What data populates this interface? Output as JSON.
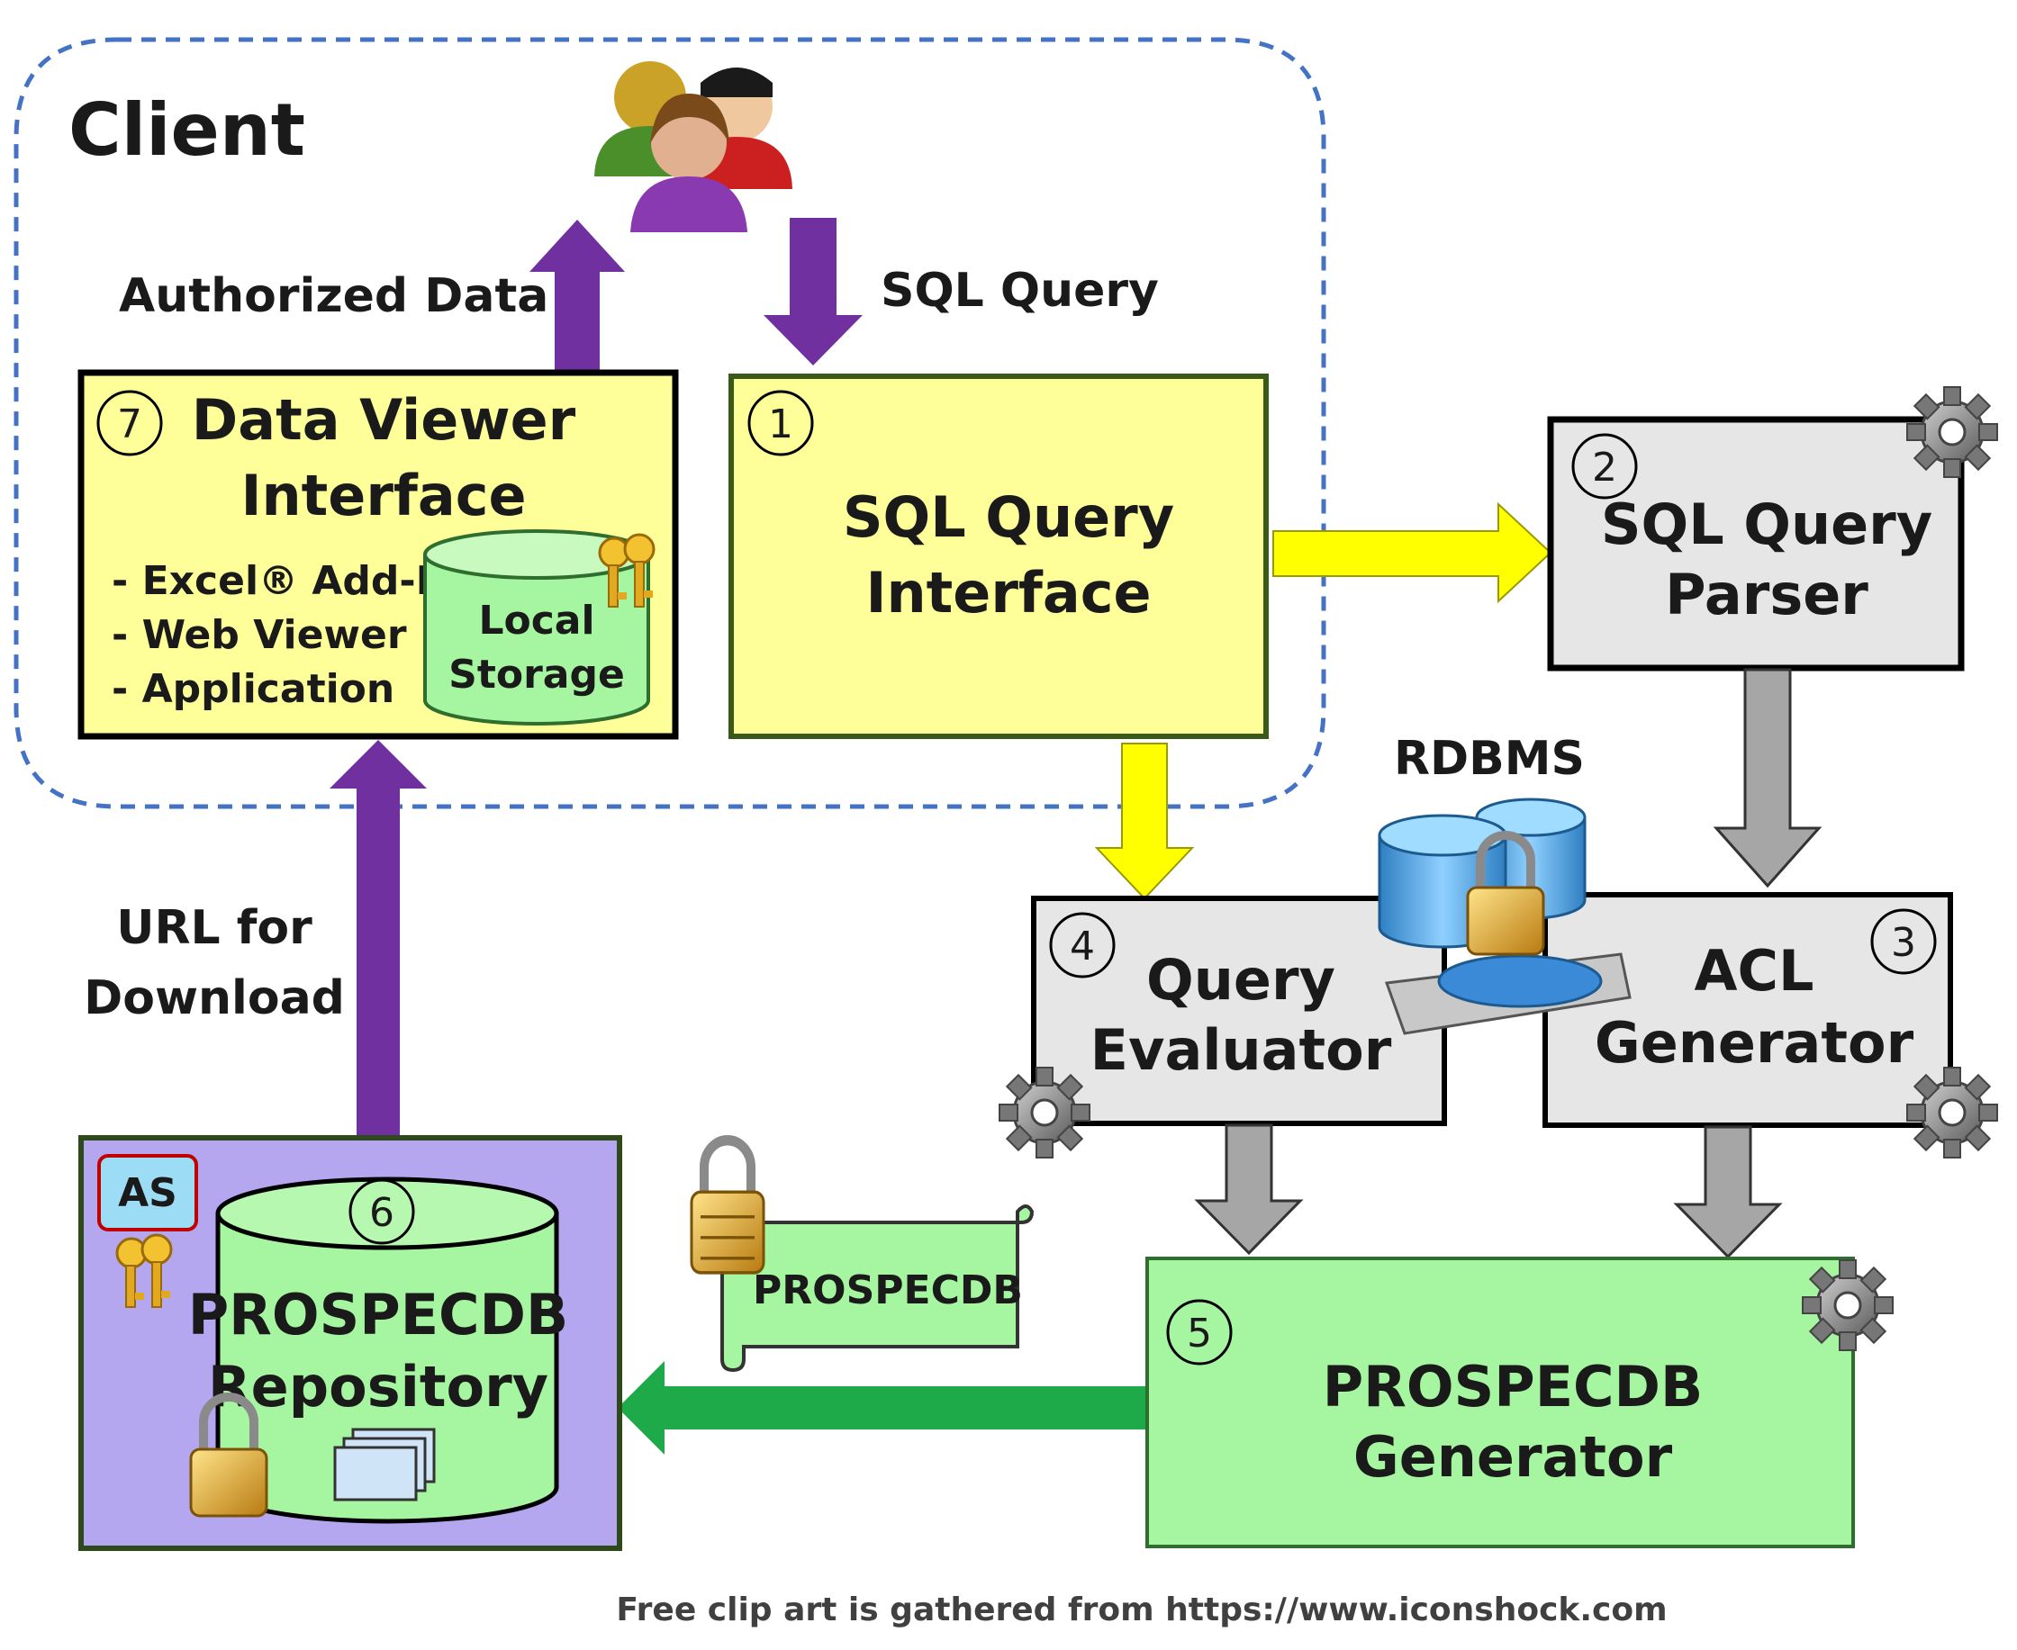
{
  "client": {
    "title": "Client"
  },
  "labels": {
    "authorized_data": "Authorized Data",
    "sql_query": "SQL Query",
    "url_for_download": [
      "URL for",
      "Download"
    ],
    "rdbms": "RDBMS"
  },
  "boxes": {
    "data_viewer": {
      "number": "7",
      "title": [
        "Data Viewer",
        "Interface"
      ],
      "items": [
        "- Excel® Add-In",
        "- Web Viewer",
        "- Application"
      ],
      "storage": [
        "Local",
        "Storage"
      ]
    },
    "sql_interface": {
      "number": "1",
      "title": [
        "SQL Query",
        "Interface"
      ]
    },
    "sql_parser": {
      "number": "2",
      "title": [
        "SQL Query",
        "Parser"
      ]
    },
    "acl_generator": {
      "number": "3",
      "title": [
        "ACL",
        "Generator"
      ]
    },
    "query_evaluator": {
      "number": "4",
      "title": [
        "Query",
        "Evaluator"
      ]
    },
    "prospecdb_generator": {
      "number": "5",
      "title": [
        "PROSPECDB",
        "Generator"
      ]
    },
    "repository": {
      "number": "6",
      "badge": "AS",
      "title": [
        "PROSPECDB",
        "Repository"
      ]
    }
  },
  "scroll_label": "PROSPECDB",
  "footer": "Free clip art is gathered from https://www.iconshock.com",
  "colors": {
    "client_border": "#4472c4",
    "yellow_box": "#ffff99",
    "yellow_arrow": "#ffff00",
    "gray_box": "#e6e6e6",
    "gray_arrow": "#a6a6a6",
    "green_box": "#a6f5a0",
    "green_arrow": "#1faa4a",
    "purple_arrow": "#7030a0",
    "repo_bg": "#b4a7f0",
    "badge_bg": "#9ddcf5",
    "badge_border": "#c00000"
  }
}
